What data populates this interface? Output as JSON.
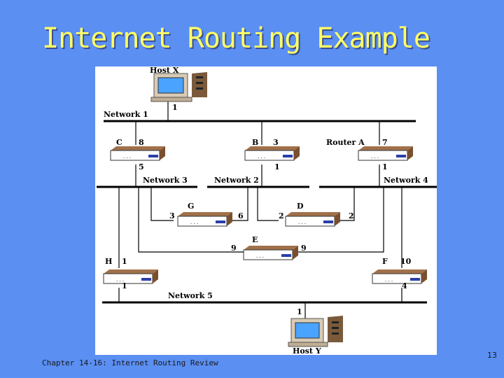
{
  "slide": {
    "title": "Internet Routing Example",
    "footer": "Chapter 14-16: Internet Routing Review",
    "page_number": "13"
  },
  "diagram": {
    "hosts": {
      "x_label": "Host X",
      "y_label": "Host Y"
    },
    "networks": {
      "n1": "Network 1",
      "n2": "Network 2",
      "n3": "Network 3",
      "n4": "Network 4",
      "n5": "Network 5"
    },
    "routers": {
      "a": "Router A",
      "b": "B",
      "c": "C",
      "d": "D",
      "e": "E",
      "f": "F",
      "g": "G",
      "h": "H"
    },
    "ports": {
      "hostx": "1",
      "c_top": "8",
      "c_bottom": "5",
      "b_top": "3",
      "b_bottom": "1",
      "a_top": "7",
      "a_bottom": "1",
      "g_left": "3",
      "g_right": "6",
      "d_left": "2",
      "d_right": "2",
      "e_left": "9",
      "e_right": "9",
      "h_top": "1",
      "h_bottom": "1",
      "f_top": "10",
      "f_bottom": "4",
      "hosty": "1"
    }
  }
}
